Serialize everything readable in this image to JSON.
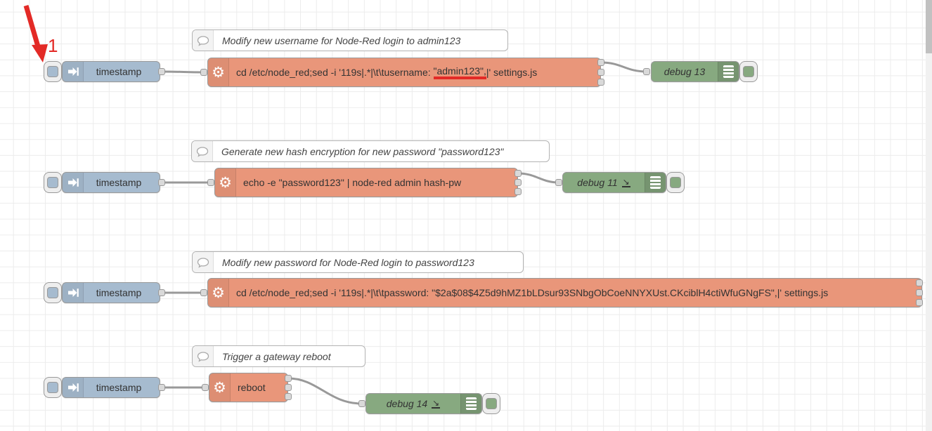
{
  "annotation": {
    "label": "1"
  },
  "icons": {
    "gear": "⚙",
    "console_arrow": "↘"
  },
  "colors": {
    "inject_fill": "#a6bbcf",
    "exec_fill": "#e9967a",
    "debug_fill": "#87a980",
    "comment_fill": "#ffffff",
    "wire": "#999999",
    "annotation_red": "#e32a26"
  },
  "flows": [
    {
      "comment": "Modify new username for Node-Red login to admin123",
      "inject": "timestamp",
      "exec_pre": "cd /etc/node_red;sed -i '119s|.*|\\t\\tusername: ",
      "exec_mark": "\"admin123\",",
      "exec_post": "|' settings.js",
      "debug": "debug 13"
    },
    {
      "comment": "Generate new hash encryption for new password \"password123\"",
      "inject": "timestamp",
      "exec": "echo -e \"password123\" | node-red admin hash-pw",
      "debug": "debug 11"
    },
    {
      "comment": "Modify new password for Node-Red login to password123",
      "inject": "timestamp",
      "exec": "cd /etc/node_red;sed -i '119s|.*|\\t\\tpassword: \"$2a$08$4Z5d9hMZ1bLDsur93SNbgObCoeNNYXUst.CKciblH4ctiWfuGNgFS\",|' settings.js"
    },
    {
      "comment": "Trigger a gateway reboot",
      "inject": "timestamp",
      "exec": "reboot",
      "debug": "debug 14"
    }
  ]
}
